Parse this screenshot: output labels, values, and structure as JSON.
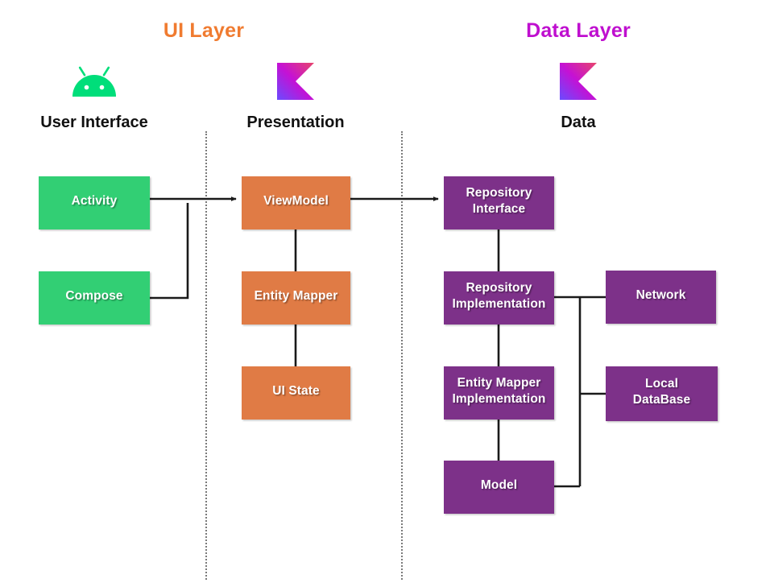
{
  "diagram": {
    "title_left": "UI Layer",
    "title_right": "Data Layer",
    "columns": [
      {
        "heading": "User Interface",
        "icon": "android-icon"
      },
      {
        "heading": "Presentation",
        "icon": "kotlin-icon"
      },
      {
        "heading": "Data",
        "icon": "kotlin-icon"
      }
    ],
    "nodes": {
      "activity": "Activity",
      "compose": "Compose",
      "viewmodel": "ViewModel",
      "entity_mapper": "Entity Mapper",
      "ui_state": "UI State",
      "repository_interface": "Repository\nInterface",
      "repository_implementation": "Repository\nImplementation",
      "entity_mapper_implementation": "Entity Mapper\nImplementation",
      "model": "Model",
      "network": "Network",
      "local_database": "Local\nDataBase"
    },
    "colors": {
      "ui_layer_title": "#F07B30",
      "data_layer_title": "#BF0FCF",
      "user_interface_box": "#32CF74",
      "presentation_box": "#E07B45",
      "data_box": "#7D3189",
      "connector": "#1a1a1a",
      "divider": "#7a7a7a",
      "background": "#ffffff",
      "android_green": "#00DE7A",
      "kotlin_gradient_start": "#6A4BFF",
      "kotlin_gradient_mid": "#C511D4",
      "kotlin_gradient_end": "#E8456B"
    }
  }
}
